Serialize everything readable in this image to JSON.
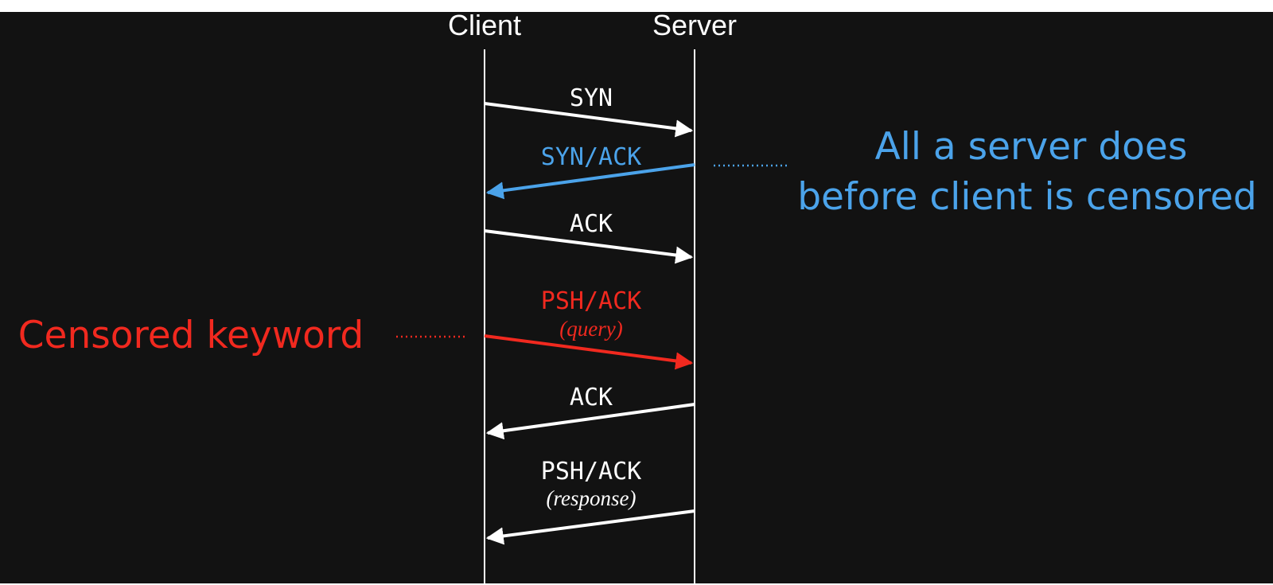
{
  "colors": {
    "background": "#121212",
    "white": "#ffffff",
    "blue": "#4ba3ea",
    "red": "#f1291f"
  },
  "lanes": {
    "client": "Client",
    "server": "Server"
  },
  "messages": [
    {
      "id": "syn",
      "label": "SYN",
      "sub": "",
      "direction": "client-to-server",
      "color": "white"
    },
    {
      "id": "synack",
      "label": "SYN/ACK",
      "sub": "",
      "direction": "server-to-client",
      "color": "blue"
    },
    {
      "id": "ack1",
      "label": "ACK",
      "sub": "",
      "direction": "client-to-server",
      "color": "white"
    },
    {
      "id": "pshack-query",
      "label": "PSH/ACK",
      "sub": "(query)",
      "direction": "client-to-server",
      "color": "red"
    },
    {
      "id": "ack2",
      "label": "ACK",
      "sub": "",
      "direction": "server-to-client",
      "color": "white"
    },
    {
      "id": "pshack-response",
      "label": "PSH/ACK",
      "sub": "(response)",
      "direction": "server-to-client",
      "color": "white"
    }
  ],
  "notes": {
    "server_line1": "All a server does",
    "server_line2": "before client is censored",
    "client": "Censored keyword"
  }
}
